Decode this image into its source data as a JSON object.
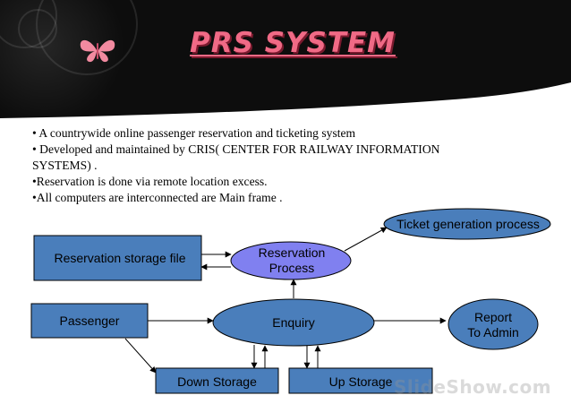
{
  "slide": {
    "title": "PRS SYSTEM",
    "bullets": [
      "• A countrywide online passenger reservation and ticketing system",
      "• Developed and maintained by CRIS( CENTER FOR RAILWAY INFORMATION SYSTEMS) .",
      "•Reservation is done via remote location excess.",
      "•All computers are interconnected are Main frame ."
    ],
    "watermark": "SlideShow.com"
  },
  "diagram": {
    "nodes": {
      "reservation_storage_file": "Reservation storage file",
      "reservation_process": "Reservation Process",
      "ticket_generation_process": "Ticket generation process",
      "passenger": "Passenger",
      "enquiry": "Enquiry",
      "report_to_admin": "Report To Admin",
      "down_storage": "Down Storage",
      "up_storage": "Up Storage"
    },
    "colors": {
      "rectangle_fill": "#4a7ebb",
      "ellipse_fill": "#4a7ebb",
      "reservation_process_fill": "#8080f0",
      "outline": "#000000",
      "header": "#0d0d0d",
      "title": "#f06a86"
    }
  }
}
